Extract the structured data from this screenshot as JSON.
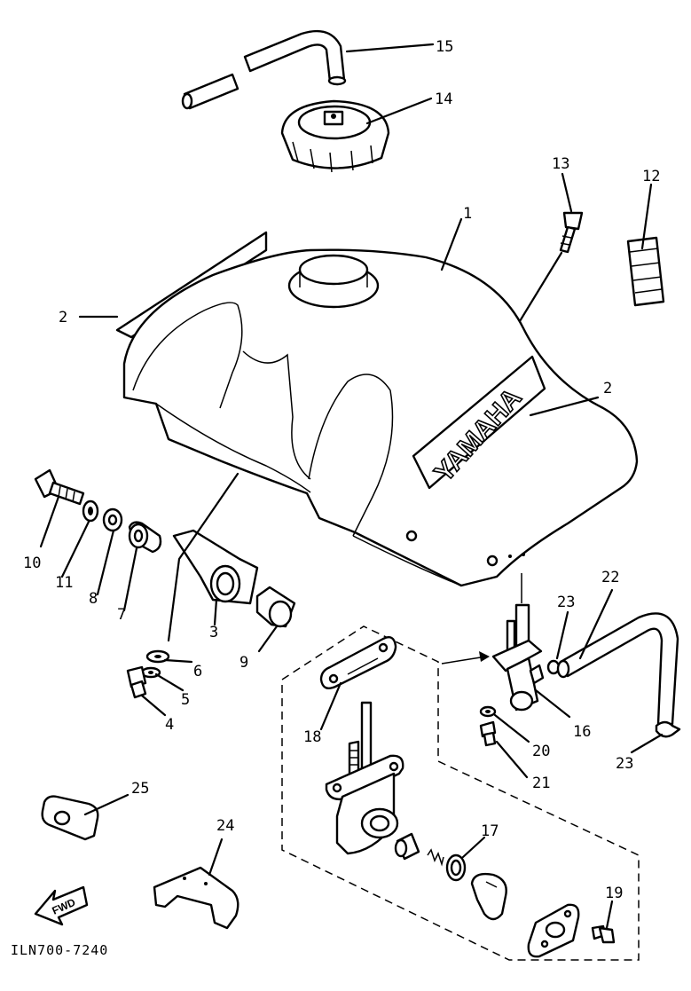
{
  "diagram": {
    "drawing_code": "ILN700-7240",
    "brand_mark": "YAMAHA",
    "direction_mark": "FWD",
    "callouts": [
      {
        "id": "c1",
        "text": "1"
      },
      {
        "id": "c2a",
        "text": "2"
      },
      {
        "id": "c2b",
        "text": "2"
      },
      {
        "id": "c3",
        "text": "3"
      },
      {
        "id": "c4",
        "text": "4"
      },
      {
        "id": "c5",
        "text": "5"
      },
      {
        "id": "c6",
        "text": "6"
      },
      {
        "id": "c7",
        "text": "7"
      },
      {
        "id": "c8",
        "text": "8"
      },
      {
        "id": "c9",
        "text": "9"
      },
      {
        "id": "c10",
        "text": "10"
      },
      {
        "id": "c11",
        "text": "11"
      },
      {
        "id": "c12",
        "text": "12"
      },
      {
        "id": "c13",
        "text": "13"
      },
      {
        "id": "c14",
        "text": "14"
      },
      {
        "id": "c15",
        "text": "15"
      },
      {
        "id": "c16",
        "text": "16"
      },
      {
        "id": "c17",
        "text": "17"
      },
      {
        "id": "c18",
        "text": "18"
      },
      {
        "id": "c19",
        "text": "19"
      },
      {
        "id": "c20",
        "text": "20"
      },
      {
        "id": "c21",
        "text": "21"
      },
      {
        "id": "c22",
        "text": "22"
      },
      {
        "id": "c23a",
        "text": "23"
      },
      {
        "id": "c23b",
        "text": "23"
      },
      {
        "id": "c24",
        "text": "24"
      },
      {
        "id": "c25",
        "text": "25"
      }
    ]
  }
}
